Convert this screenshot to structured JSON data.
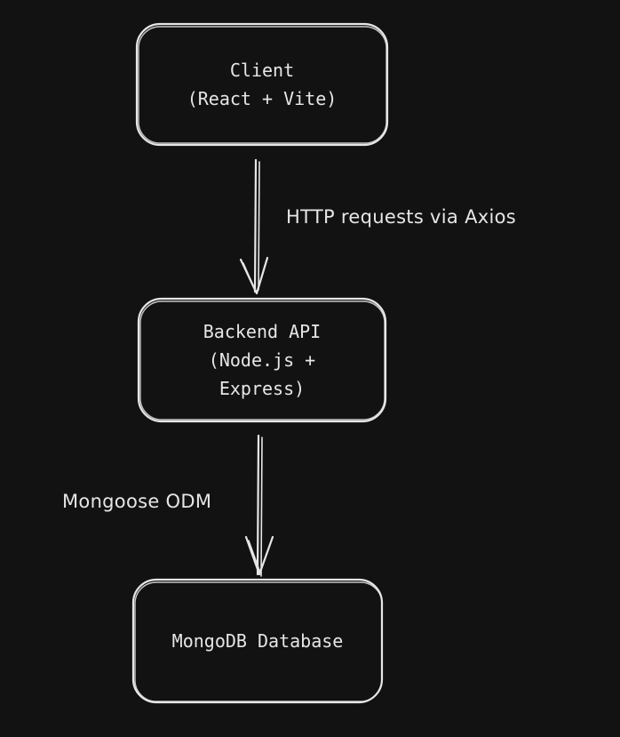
{
  "diagram": {
    "colors": {
      "background": "#121212",
      "stroke": "#e6e6e6",
      "text": "#e6e6e6"
    },
    "nodes": {
      "client": "Client\n(React + Vite)",
      "backend": "Backend API\n(Node.js +\nExpress)",
      "database": "MongoDB Database"
    },
    "edges": {
      "client_to_backend": "HTTP requests via Axios",
      "backend_to_database": "Mongoose ODM"
    }
  }
}
